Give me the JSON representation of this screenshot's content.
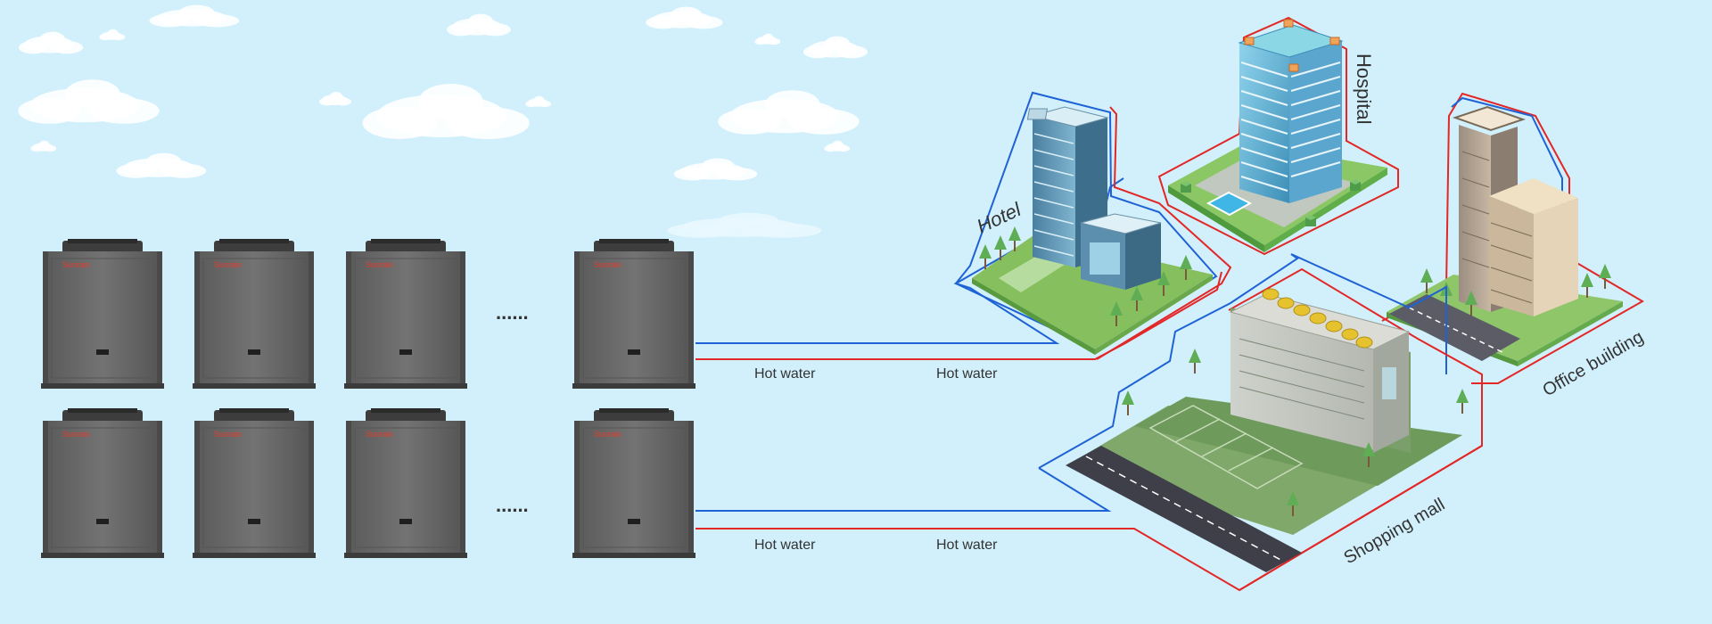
{
  "colors": {
    "sky": "#d1f0fc",
    "hot_line": "#e32626",
    "cold_line": "#1f62d6",
    "unit_body": "#6c6c6c",
    "unit_dark": "#4f4f4f",
    "brand_text": "#e83a2b"
  },
  "heat_pump": {
    "rows": 2,
    "units_per_row": 4,
    "brand_label": "Sunrain",
    "ellipsis": "......"
  },
  "pipes": {
    "row1": {
      "label_a": "Hot water",
      "label_b": "Hot water"
    },
    "row2": {
      "label_a": "Hot water",
      "label_b": "Hot water"
    }
  },
  "buildings": {
    "hotel": "Hotel",
    "hospital": "Hospital",
    "office": "Office building",
    "mall": "Shopping mall"
  }
}
